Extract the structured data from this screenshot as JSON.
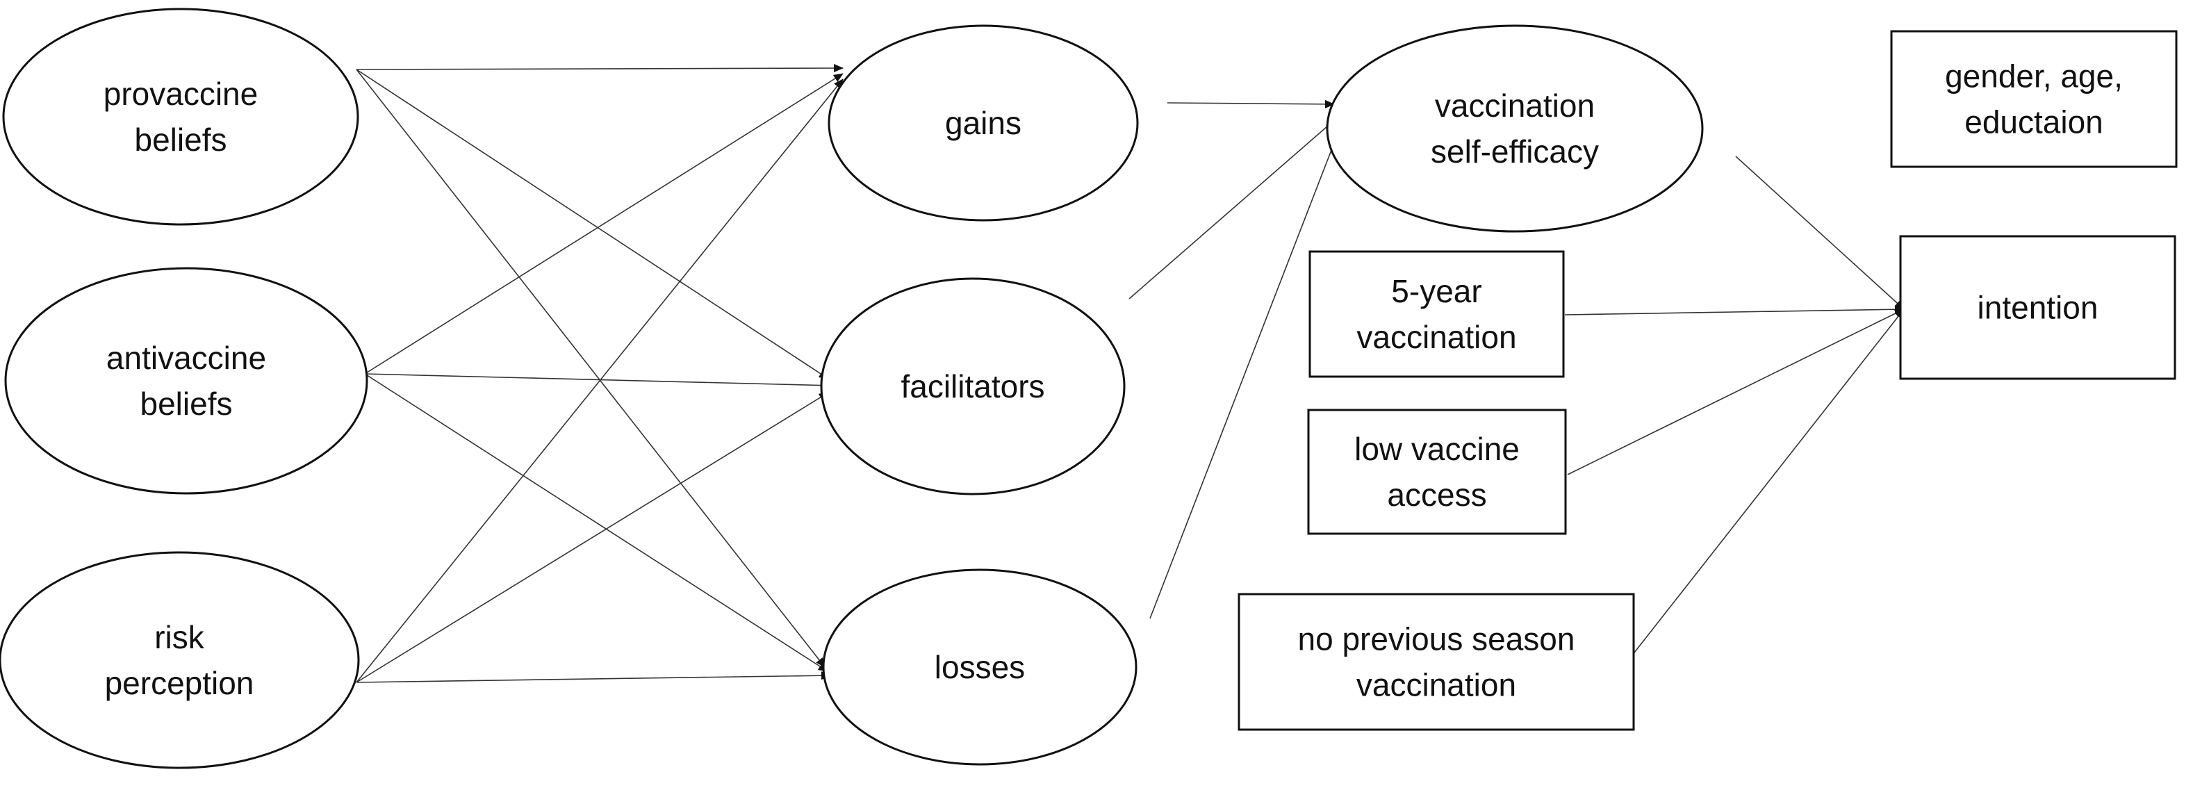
{
  "diagram": {
    "type": "path-diagram",
    "nodes": [
      {
        "id": "provaccine",
        "shape": "ellipse",
        "lines": [
          "provaccine",
          "beliefs"
        ]
      },
      {
        "id": "antivaccine",
        "shape": "ellipse",
        "lines": [
          "antivaccine",
          "beliefs"
        ]
      },
      {
        "id": "risk",
        "shape": "ellipse",
        "lines": [
          "risk",
          "perception"
        ]
      },
      {
        "id": "gains",
        "shape": "ellipse",
        "lines": [
          "gains"
        ]
      },
      {
        "id": "facilitators",
        "shape": "ellipse",
        "lines": [
          "facilitators"
        ]
      },
      {
        "id": "losses",
        "shape": "ellipse",
        "lines": [
          "losses"
        ]
      },
      {
        "id": "selfefficacy",
        "shape": "ellipse",
        "lines": [
          "vaccination",
          "self-efficacy"
        ]
      },
      {
        "id": "covariates",
        "shape": "rect",
        "lines": [
          "gender,  age,",
          "eductaion"
        ]
      },
      {
        "id": "fiveyear",
        "shape": "rect",
        "lines": [
          "5-year",
          "vaccination"
        ]
      },
      {
        "id": "lowaccess",
        "shape": "rect",
        "lines": [
          "low vaccine",
          "access"
        ]
      },
      {
        "id": "noprevious",
        "shape": "rect",
        "lines": [
          "no previous  season",
          "vaccination"
        ]
      },
      {
        "id": "intention",
        "shape": "rect",
        "lines": [
          "intention"
        ]
      }
    ],
    "edges": [
      {
        "from": "provaccine",
        "to": "gains"
      },
      {
        "from": "provaccine",
        "to": "facilitators"
      },
      {
        "from": "provaccine",
        "to": "losses"
      },
      {
        "from": "antivaccine",
        "to": "gains"
      },
      {
        "from": "antivaccine",
        "to": "facilitators"
      },
      {
        "from": "antivaccine",
        "to": "losses"
      },
      {
        "from": "risk",
        "to": "gains"
      },
      {
        "from": "risk",
        "to": "facilitators"
      },
      {
        "from": "risk",
        "to": "losses"
      },
      {
        "from": "gains",
        "to": "selfefficacy"
      },
      {
        "from": "facilitators",
        "to": "selfefficacy"
      },
      {
        "from": "losses",
        "to": "selfefficacy"
      },
      {
        "from": "selfefficacy",
        "to": "intention"
      },
      {
        "from": "fiveyear",
        "to": "intention"
      },
      {
        "from": "lowaccess",
        "to": "intention"
      },
      {
        "from": "noprevious",
        "to": "intention"
      }
    ]
  }
}
